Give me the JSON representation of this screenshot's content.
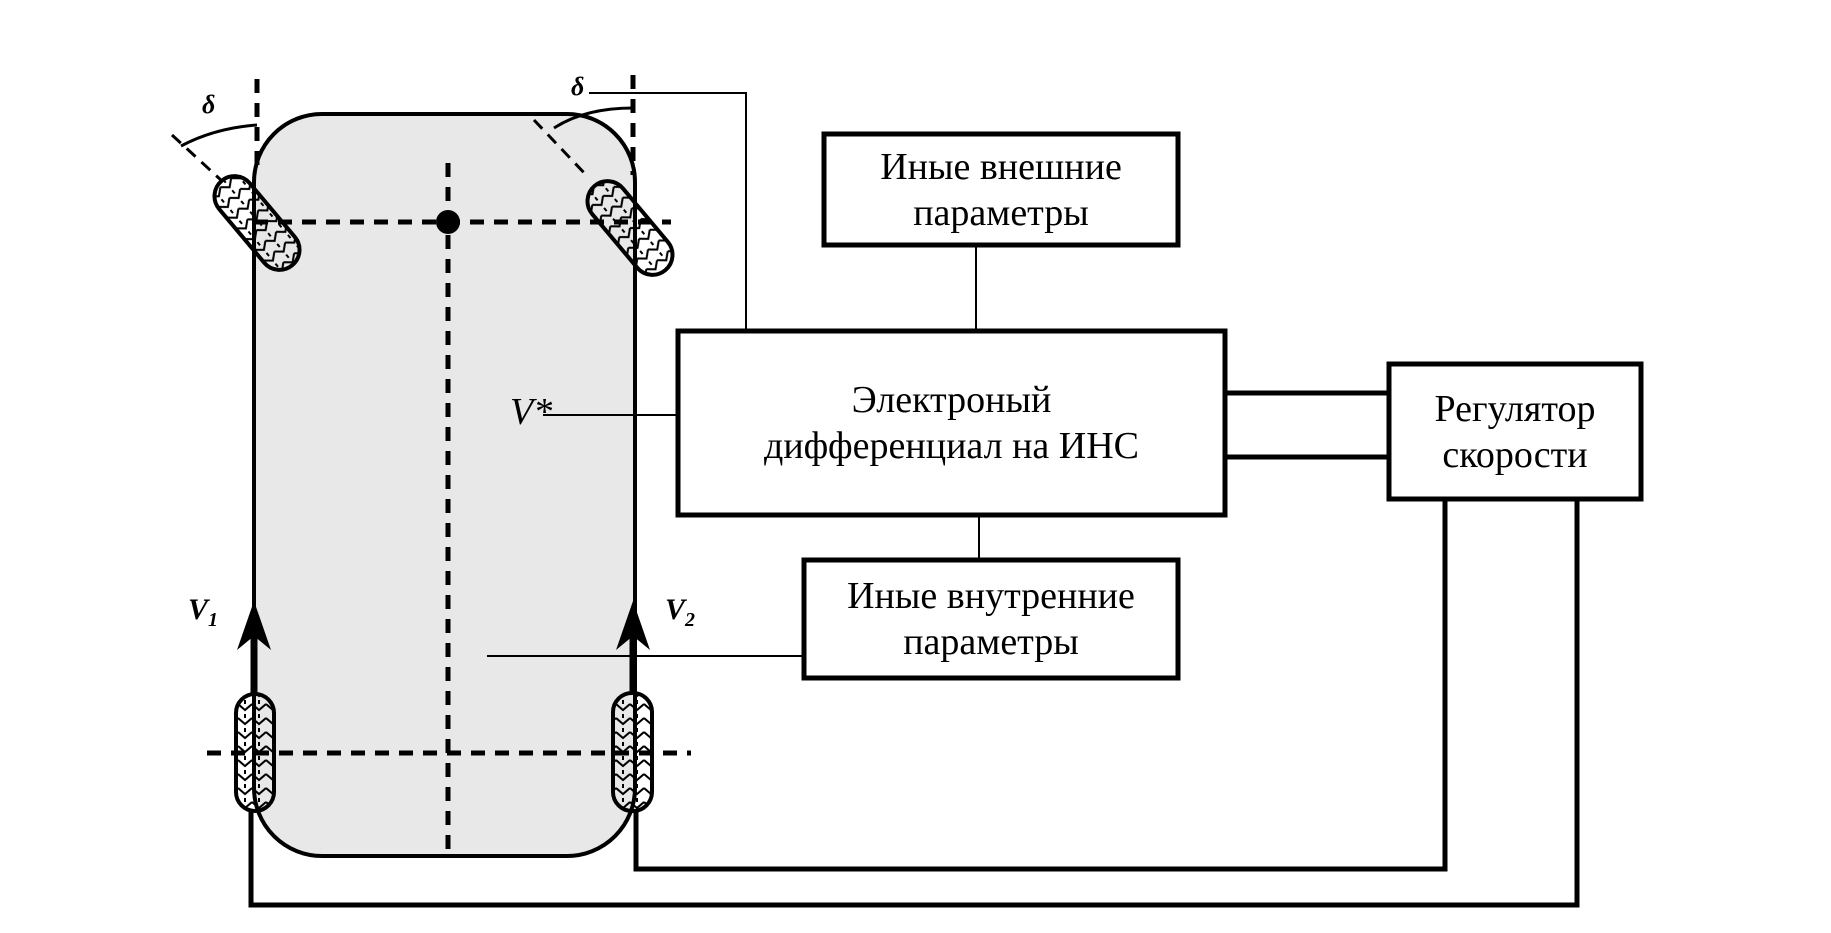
{
  "labels": {
    "delta_left": "δ",
    "delta_right": "δ",
    "v_star": "V*",
    "v1": "V",
    "v1_sub": "1",
    "v2": "V",
    "v2_sub": "2"
  },
  "blocks": {
    "external": {
      "line1": "Иные внешние",
      "line2": "параметры"
    },
    "differential": {
      "line1": "Электроный",
      "line2": "дифференциал на ИНС"
    },
    "internal": {
      "line1": "Иные внутренние",
      "line2": "параметры"
    },
    "regulator": {
      "line1": "Регулятор",
      "line2": "скорости"
    }
  },
  "colors": {
    "body_fill": "#e8e8e8",
    "stroke": "#000000"
  }
}
